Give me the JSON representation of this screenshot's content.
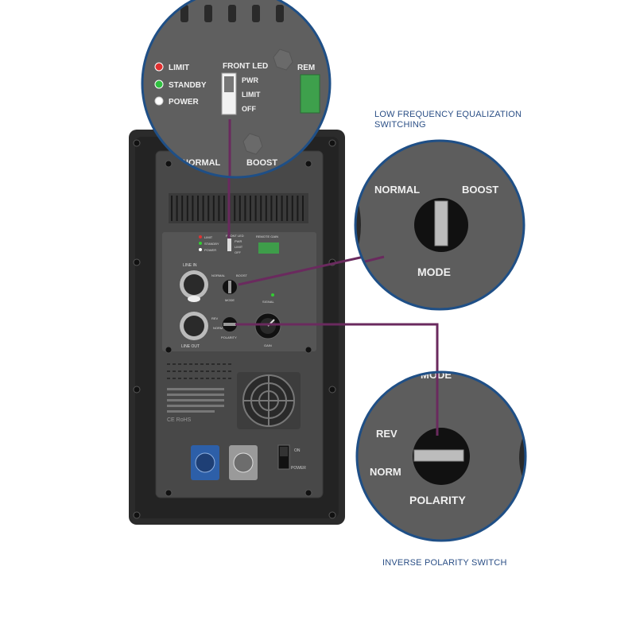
{
  "captions": {
    "low_freq_line1": "LOW FREQUENCY EQUALIZATION",
    "low_freq_line2": "SWITCHING",
    "inverse_polarity": "INVERSE POLARITY SWITCH"
  },
  "zoom_top": {
    "leds": [
      "LIMIT",
      "STANDBY",
      "POWER"
    ],
    "front_led_title": "FRONT LED",
    "front_led_options": [
      "PWR",
      "LIMIT",
      "OFF"
    ],
    "mode_normal": "NORMAL",
    "mode_boost": "BOOST",
    "remote_partial": "REM"
  },
  "zoom_mode": {
    "normal": "NORMAL",
    "boost": "BOOST",
    "mode": "MODE"
  },
  "zoom_polarity": {
    "mode_partial": "MODE",
    "rev": "REV",
    "norm": "NORM",
    "polarity": "POLARITY"
  },
  "panel": {
    "leds": [
      "LIMIT",
      "STANDBY",
      "POWER"
    ],
    "front_led": "FRONT LED",
    "front_led_options": [
      "PWR",
      "LIMIT",
      "OFF"
    ],
    "remote": "REMOTE GAIN",
    "line_in": "LINE IN",
    "line_out": "LINE OUT",
    "normal": "NORMAL",
    "boost": "BOOST",
    "mode": "MODE",
    "rev": "REV",
    "norm": "NORM",
    "polarity": "POLARITY",
    "signal": "SIGNAL",
    "gain": "GAIN",
    "power": "POWER",
    "on": "ON"
  },
  "colors": {
    "caption": "#2b4f86",
    "zoom_border": "#1f4f86",
    "callout_line": "#6a2a5e",
    "cabinet": "#2a2a2a",
    "plate": "#4a4a4a"
  }
}
